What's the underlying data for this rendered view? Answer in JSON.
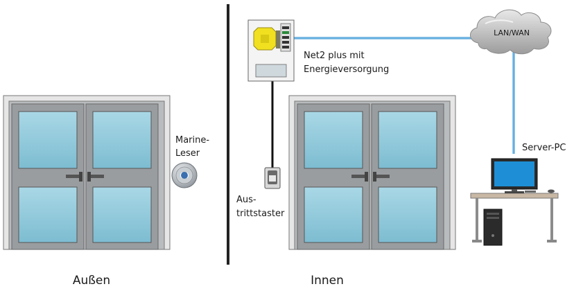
{
  "labels": {
    "outside": "Außen",
    "inside": "Innen",
    "reader_line1": "Marine-",
    "reader_line2": "Leser",
    "exit_line1": "Aus-",
    "exit_line2": "trittstaster",
    "controller_line1": "Net2 plus mit",
    "controller_line2": "Energieversorgung",
    "network": "LAN/WAN",
    "server": "Server-PC"
  },
  "colors": {
    "network_cable": "#2f8fd0",
    "data_cable": "#111111",
    "glass": "#8ec9dc",
    "frame": "#8a8d90",
    "divider": "#222222"
  },
  "icons": {
    "reader": "proximity-reader-icon",
    "exit_button": "exit-button-icon",
    "controller": "access-controller-icon",
    "cloud": "cloud-icon",
    "server": "desktop-pc-icon"
  }
}
